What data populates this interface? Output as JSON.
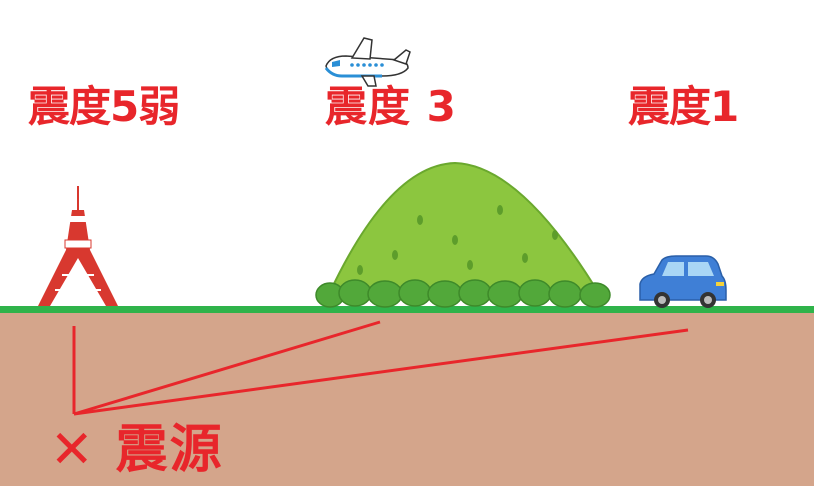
{
  "labels": {
    "intensity_near": "震度5弱",
    "intensity_mid": "震度 3",
    "intensity_far": "震度1",
    "epicenter": "✕ 震源"
  },
  "colors": {
    "label_red": "#e8262b",
    "ground": "#d4a58b",
    "grass_line": "#2fb34a",
    "hill": "#8cc63f",
    "bush": "#52a83a",
    "car": "#3f7fd6",
    "tower": "#d8382f",
    "wave_lines": "#e8262b"
  },
  "icons": [
    "tokyo-tower-icon",
    "airplane-icon",
    "hill-icon",
    "car-icon",
    "epicenter-x-icon"
  ]
}
